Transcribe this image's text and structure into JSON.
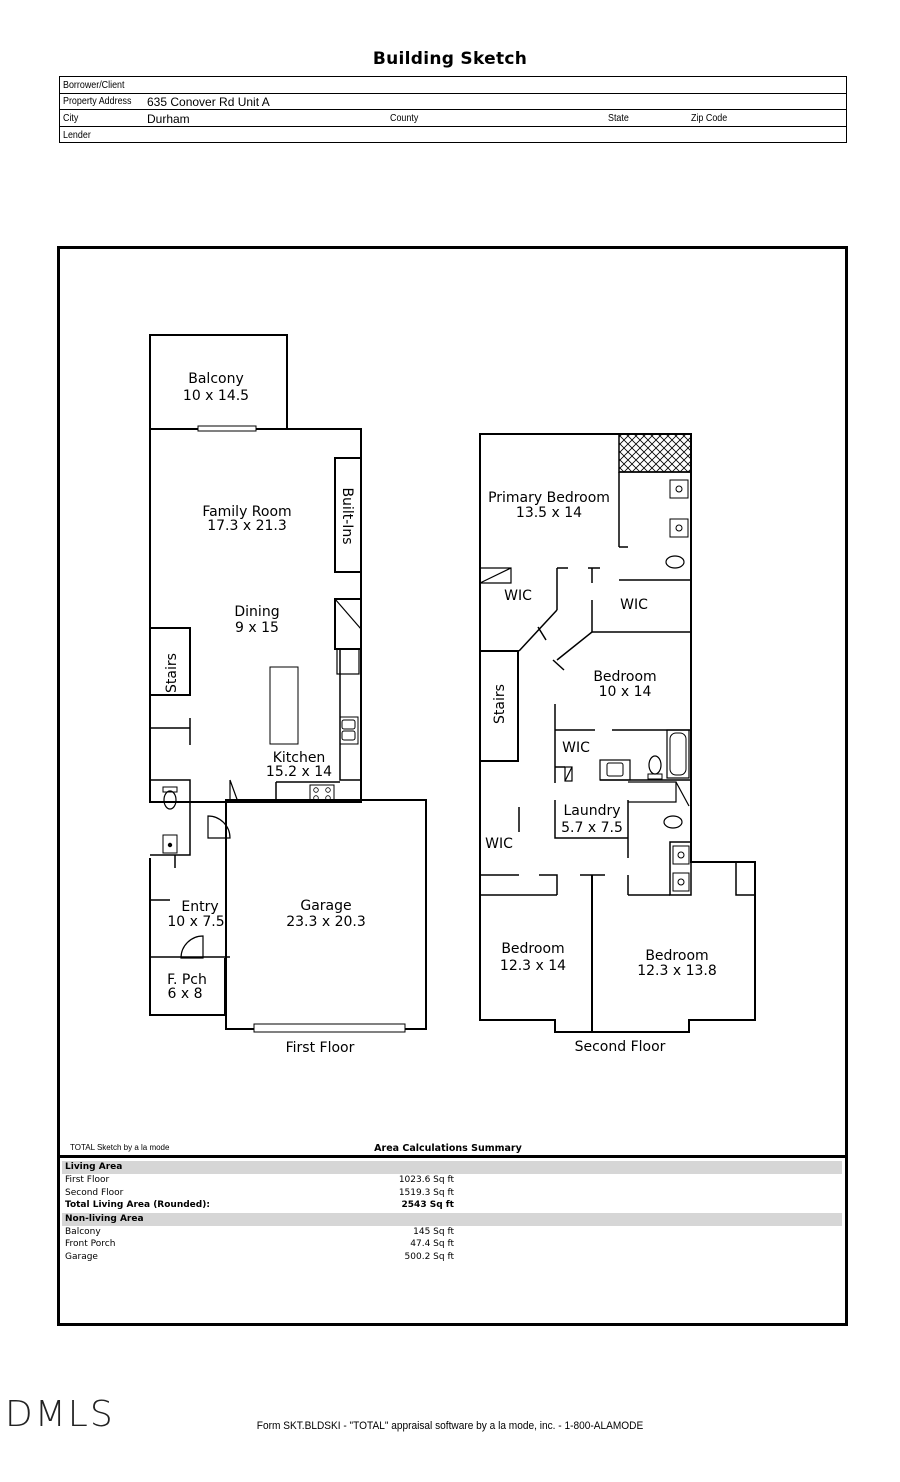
{
  "title": "Building Sketch",
  "header": {
    "borrower_label": "Borrower/Client",
    "borrower_value": "",
    "address_label": "Property Address",
    "address_value": "635 Conover Rd Unit A",
    "city_label": "City",
    "city_value": "Durham",
    "county_label": "County",
    "state_label": "State",
    "zip_label": "Zip Code",
    "lender_label": "Lender"
  },
  "sketch": {
    "first_floor_label": "First Floor",
    "second_floor_label": "Second Floor",
    "rooms": {
      "balcony_name": "Balcony",
      "balcony_dim": "10 x 14.5",
      "family_name": "Family Room",
      "family_dim": "17.3 x 21.3",
      "builtins_name": "Built-Ins",
      "dining_name": "Dining",
      "dining_dim": "9 x 15",
      "stairs1_name": "Stairs",
      "kitchen_name": "Kitchen",
      "kitchen_dim": "15.2 x 14",
      "garage_name": "Garage",
      "garage_dim": "23.3 x 20.3",
      "entry_name": "Entry",
      "entry_dim": "10 x 7.5",
      "fpch_name": "F. Pch",
      "fpch_dim": "6 x 8",
      "primary_name": "Primary Bedroom",
      "primary_dim": "13.5 x 14",
      "wic1": "WIC",
      "wic2": "WIC",
      "wic3": "WIC",
      "wic4": "WIC",
      "stairs2_name": "Stairs",
      "bed2_name": "Bedroom",
      "bed2_dim": "10 x 14",
      "laundry_name": "Laundry",
      "laundry_dim": "5.7 x 7.5",
      "bed3_name": "Bedroom",
      "bed3_dim": "12.3 x 14",
      "bed4_name": "Bedroom",
      "bed4_dim": "12.3 x 13.8"
    },
    "credit": "TOTAL Sketch by a la mode"
  },
  "summary": {
    "title": "Area Calculations Summary",
    "living_header": "Living Area",
    "living": [
      {
        "name": "First Floor",
        "amount": "1023.6 Sq ft"
      },
      {
        "name": "Second Floor",
        "amount": "1519.3 Sq ft"
      }
    ],
    "total_name": "Total Living Area (Rounded):",
    "total_amount": "2543 Sq ft",
    "nonliving_header": "Non-living Area",
    "nonliving": [
      {
        "name": "Balcony",
        "amount": "145 Sq ft"
      },
      {
        "name": "Front Porch",
        "amount": "47.4 Sq ft"
      },
      {
        "name": "Garage",
        "amount": "500.2 Sq ft"
      }
    ]
  },
  "watermark": "DMLS",
  "footer": "Form SKT.BLDSKI - \"TOTAL\" appraisal software by a la mode, inc. - 1-800-ALAMODE"
}
